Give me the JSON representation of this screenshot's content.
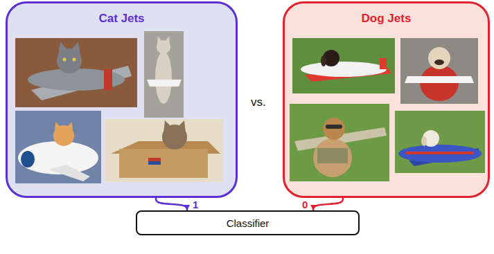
{
  "diagram": {
    "nodes": [
      {
        "text": [
          "Cat Jets"
        ]
      },
      {
        "text": [
          "Dog Jets"
        ]
      },
      {
        "text": [
          "Classifier"
        ]
      }
    ],
    "edges": [
      {
        "from": 0,
        "to": 2,
        "arrow": "to",
        "label": "1"
      },
      {
        "from": 1,
        "to": 2,
        "arrow": "to",
        "label": "0"
      }
    ],
    "labels": [
      "vs."
    ]
  }
}
